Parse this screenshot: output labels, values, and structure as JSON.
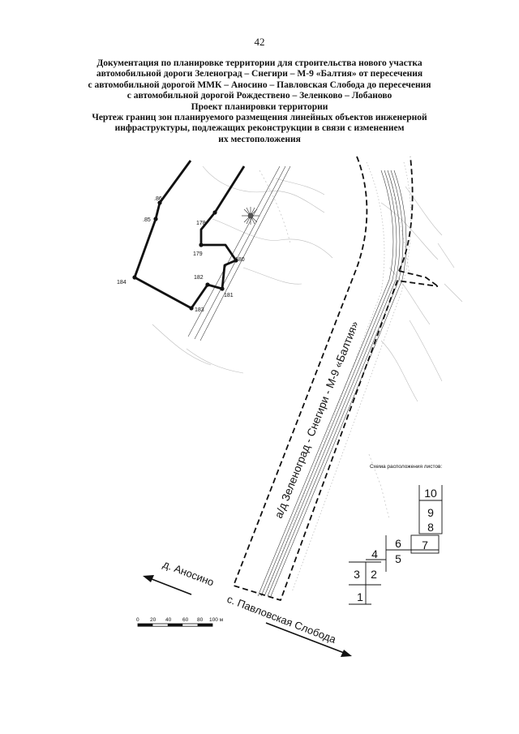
{
  "page_number": "42",
  "title": {
    "lines": [
      "Документация по планировке территории для строительства нового участка",
      "автомобильной дороги Зеленоград – Снегири – М-9 «Балтия» от пересечения",
      "с автомобильной дорогой ММК – Аносино – Павловская Слобода до пересечения",
      "с автомобильной дорогой Рождествено – Зеленково – Лобаново",
      "Проект планировки территории",
      "Чертеж границ зон планируемого размещения линейных объектов инженерной",
      "инфраструктуры, подлежащих реконструкции в связи с изменением",
      "их местоположения"
    ]
  },
  "map": {
    "road_label": "а/д Зеленоград - Снегири - М-9 «Балтия»",
    "direction_anosino": "д. Аносино",
    "direction_pavlovskaya": "с. Павловская Слобода",
    "point_labels": [
      ".86",
      ".85",
      "178",
      "179",
      "180",
      "182",
      "181",
      "184",
      "183"
    ]
  },
  "scale_bar": {
    "ticks": [
      "0",
      "20",
      "40",
      "60",
      "80",
      "100 м"
    ]
  },
  "sheet_scheme": {
    "title": "Схема расположения листов:",
    "sheets": [
      "10",
      "9",
      "8",
      "6",
      "7",
      "4",
      "5",
      "3",
      "2",
      "1"
    ]
  },
  "colors": {
    "ink": "#111111",
    "faint": "#b5b5b5"
  }
}
